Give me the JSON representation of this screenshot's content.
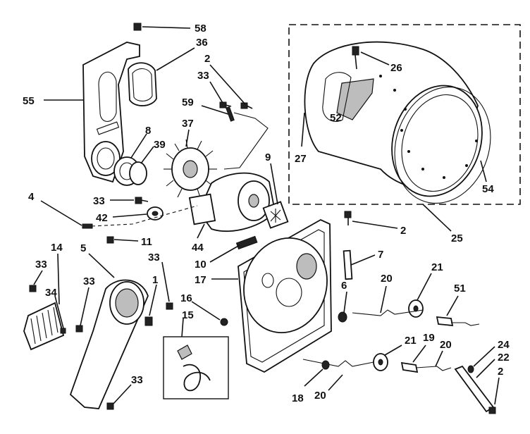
{
  "diagram": {
    "labels": {
      "p58": "58",
      "p36": "36",
      "p2a": "2",
      "p33a": "33",
      "p55": "55",
      "p59": "59",
      "p37": "37",
      "p8": "8",
      "p39": "39",
      "p9": "9",
      "p26": "26",
      "p52": "52",
      "p27": "27",
      "p54": "54",
      "p25": "25",
      "p4": "4",
      "p33b": "33",
      "p42": "42",
      "p11": "11",
      "p44": "44",
      "p10": "10",
      "p2b": "2",
      "p7": "7",
      "p17": "17",
      "p6": "6",
      "p20a": "20",
      "p21a": "21",
      "p51": "51",
      "p14": "14",
      "p5": "5",
      "p33c": "33",
      "p33d": "33",
      "p34": "34",
      "p33e": "33",
      "p1": "1",
      "p16": "16",
      "p15": "15",
      "p33f": "33",
      "p21b": "21",
      "p19": "19",
      "p20b": "20",
      "p24": "24",
      "p22": "22",
      "p2c": "2",
      "p18": "18",
      "p20c": "20"
    }
  }
}
